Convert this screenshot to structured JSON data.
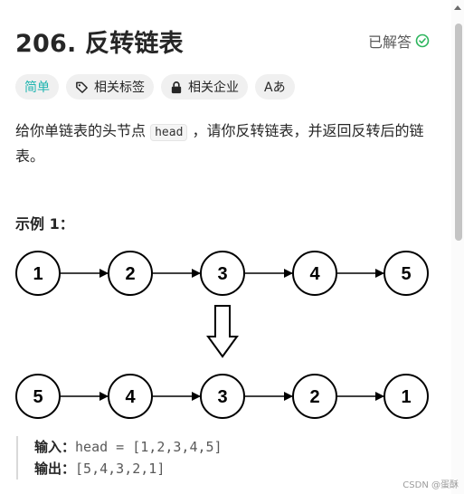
{
  "problem": {
    "title": "206. 反转链表",
    "status": "已解答",
    "tags": [
      "简单",
      "相关标签",
      "相关企业",
      "Aあ"
    ],
    "description_before": "给你单链表的头节点",
    "description_code": "head",
    "description_after": "，请你反转链表，并返回反转后的链表。"
  },
  "example": {
    "title": "示例 1：",
    "input_label": "输入：",
    "input_value": "head = [1,2,3,4,5]",
    "output_label": "输出：",
    "output_value": "[5,4,3,2,1]"
  },
  "diagram": {
    "top_nodes": [
      "1",
      "2",
      "3",
      "4",
      "5"
    ],
    "bottom_nodes": [
      "5",
      "4",
      "3",
      "2",
      "1"
    ]
  },
  "watermark": "CSDN @蛋酥",
  "colors": {
    "easy": "#1fb5b0",
    "solved": "#2db55d"
  }
}
